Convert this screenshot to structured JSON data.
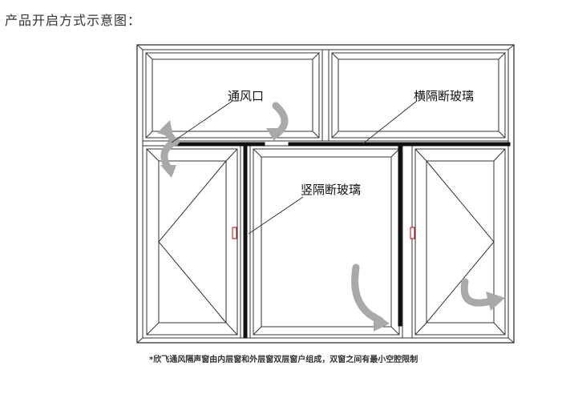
{
  "title": "产品开启方式示意图：",
  "labels": {
    "vent": "通风口",
    "horizontal_glass": "横隔断玻璃",
    "vertical_glass": "竖隔断玻璃"
  },
  "caption": "*欣飞通风隔声窗由内层窗和外层窗双层窗户组成，双窗之间有最小空腔限制",
  "colors": {
    "frame_stroke": "#222222",
    "glass_divider": "#111111",
    "arrow": "#a9a9a9",
    "handle": "#cc0000"
  }
}
